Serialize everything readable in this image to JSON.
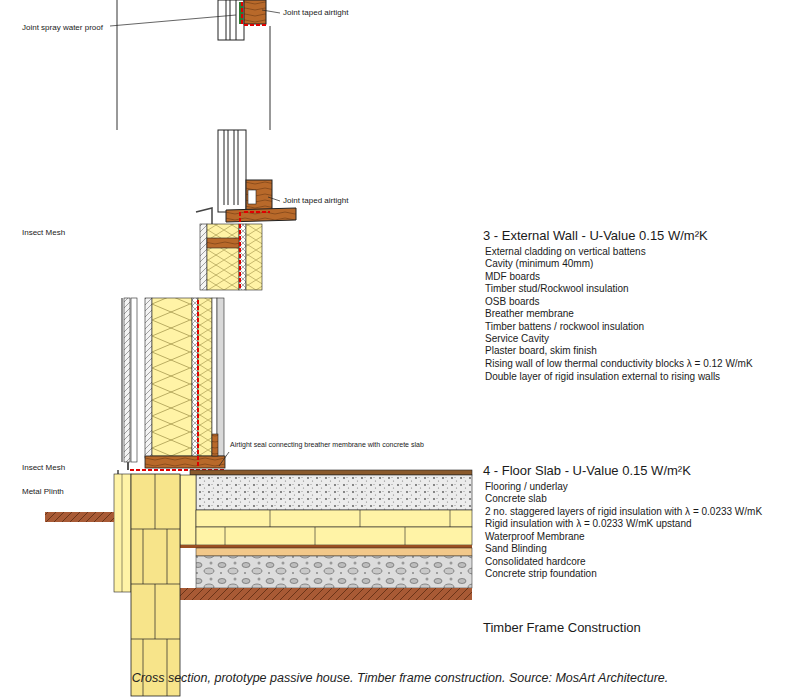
{
  "diagram": {
    "caption": "Cross section, prototype passive house. Timber frame construction. Source: MosArt Architecture.",
    "labels": [
      "Joint spray water proof",
      "Joint taped airtight",
      "Joint taped airtight",
      "Insect Mesh",
      "3 - External Wall - U-Value 0.15 W/m²K",
      "External cladding on vertical battens",
      "Cavity (minimum 40mm)",
      "MDF boards",
      "Timber stud/Rockwool insulation",
      "OSB boards",
      "Breather membrane",
      "Timber battens / rockwool insulation",
      "Service Cavity",
      "Plaster board, skim finish",
      "Rising wall of low thermal conductivity blocks λ = 0.12 W/mK",
      "Double layer of rigid insulation external to rising walls",
      "Airtight seal connecting breather membrane with concrete slab",
      "Insect Mesh",
      "Metal Plinth",
      "4 - Floor Slab - U-Value 0.15 W/m²K",
      "Flooring / underlay",
      "Concrete slab",
      "2 no. staggered layers of rigid insulation with λ = 0.0233 W/mK",
      "Rigid insulation with λ = 0.0233 W/mK upstand",
      "Waterproof Membrane",
      "Sand Blinding",
      "Consolidated hardcore",
      "Concrete strip foundation",
      "Timber Frame Construction"
    ]
  }
}
